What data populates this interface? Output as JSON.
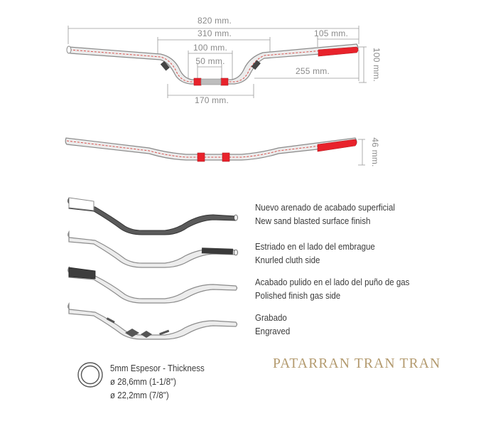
{
  "dimensions": {
    "overall": "820 mm.",
    "center_width": "310 mm.",
    "inner_width": "100 mm.",
    "knurl_width": "50 mm.",
    "grip_length": "105 mm.",
    "bend_to_end": "255 mm.",
    "rise": "100 mm.",
    "bottom_width": "170 mm.",
    "flat_rise": "46 mm."
  },
  "features": [
    {
      "es": "Nuevo arenado de acabado superficial",
      "en": "New sand blasted surface finish"
    },
    {
      "es": "Estriado en el lado del embrague",
      "en": "Knurled cluth side"
    },
    {
      "es": "Acabado pulido en el lado del puño de gas",
      "en": "Polished finish gas side"
    },
    {
      "es": "Grabado",
      "en": "Engraved"
    }
  ],
  "thickness": {
    "line1": "5mm Espesor - Thickness",
    "line2": "ø 28,6mm (1-1/8\")",
    "line3": "ø 22,2mm (7/8\")"
  },
  "brand": "PATARRAN TRAN TRAN",
  "colors": {
    "accent_red": "#e8222b",
    "brand_gold": "#b39a6e",
    "outline": "#8a8a8a"
  }
}
